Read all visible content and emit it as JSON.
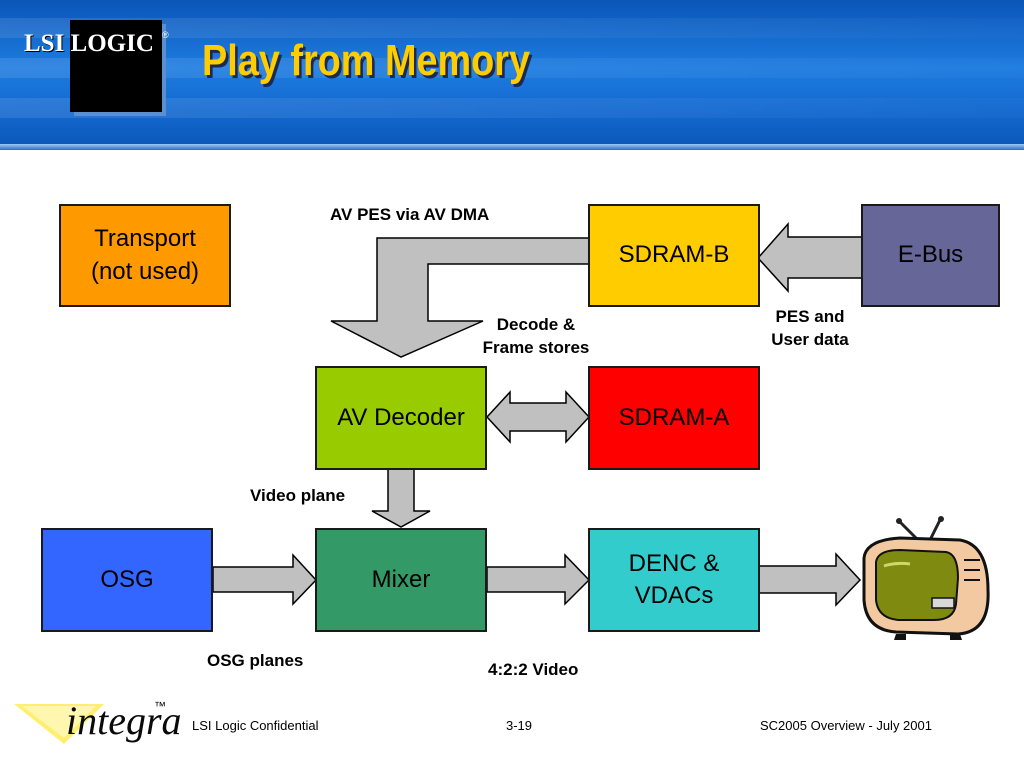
{
  "header": {
    "logo_text": "LSI LOGIC",
    "logo_reg": "®",
    "title": "Play from Memory"
  },
  "blocks": {
    "transport": "Transport\n(not used)",
    "sdram_b": "SDRAM-B",
    "ebus": "E-Bus",
    "av_decoder": "AV Decoder",
    "sdram_a": "SDRAM-A",
    "osg": "OSG",
    "mixer": "Mixer",
    "denc": "DENC &\nVDACs"
  },
  "labels": {
    "av_pes": "AV PES via AV DMA",
    "decode_frame": "Decode &\nFrame stores",
    "pes_user": "PES and\nUser data",
    "video_plane": "Video plane",
    "osg_planes": "OSG planes",
    "video_422": "4:2:2 Video"
  },
  "colors": {
    "transport": "#ff9900",
    "sdram_b": "#ffcc00",
    "ebus": "#666699",
    "av_decoder": "#99cc00",
    "sdram_a": "#ff0000",
    "osg": "#3366ff",
    "mixer": "#339966",
    "denc": "#33cccc",
    "arrow_fill": "#c0c0c0",
    "title": "#ffcc00"
  },
  "footer": {
    "brand": "integra",
    "tm": "™",
    "left": "LSI Logic Confidential",
    "center": "3-19",
    "right": "SC2005 Overview - July 2001"
  }
}
